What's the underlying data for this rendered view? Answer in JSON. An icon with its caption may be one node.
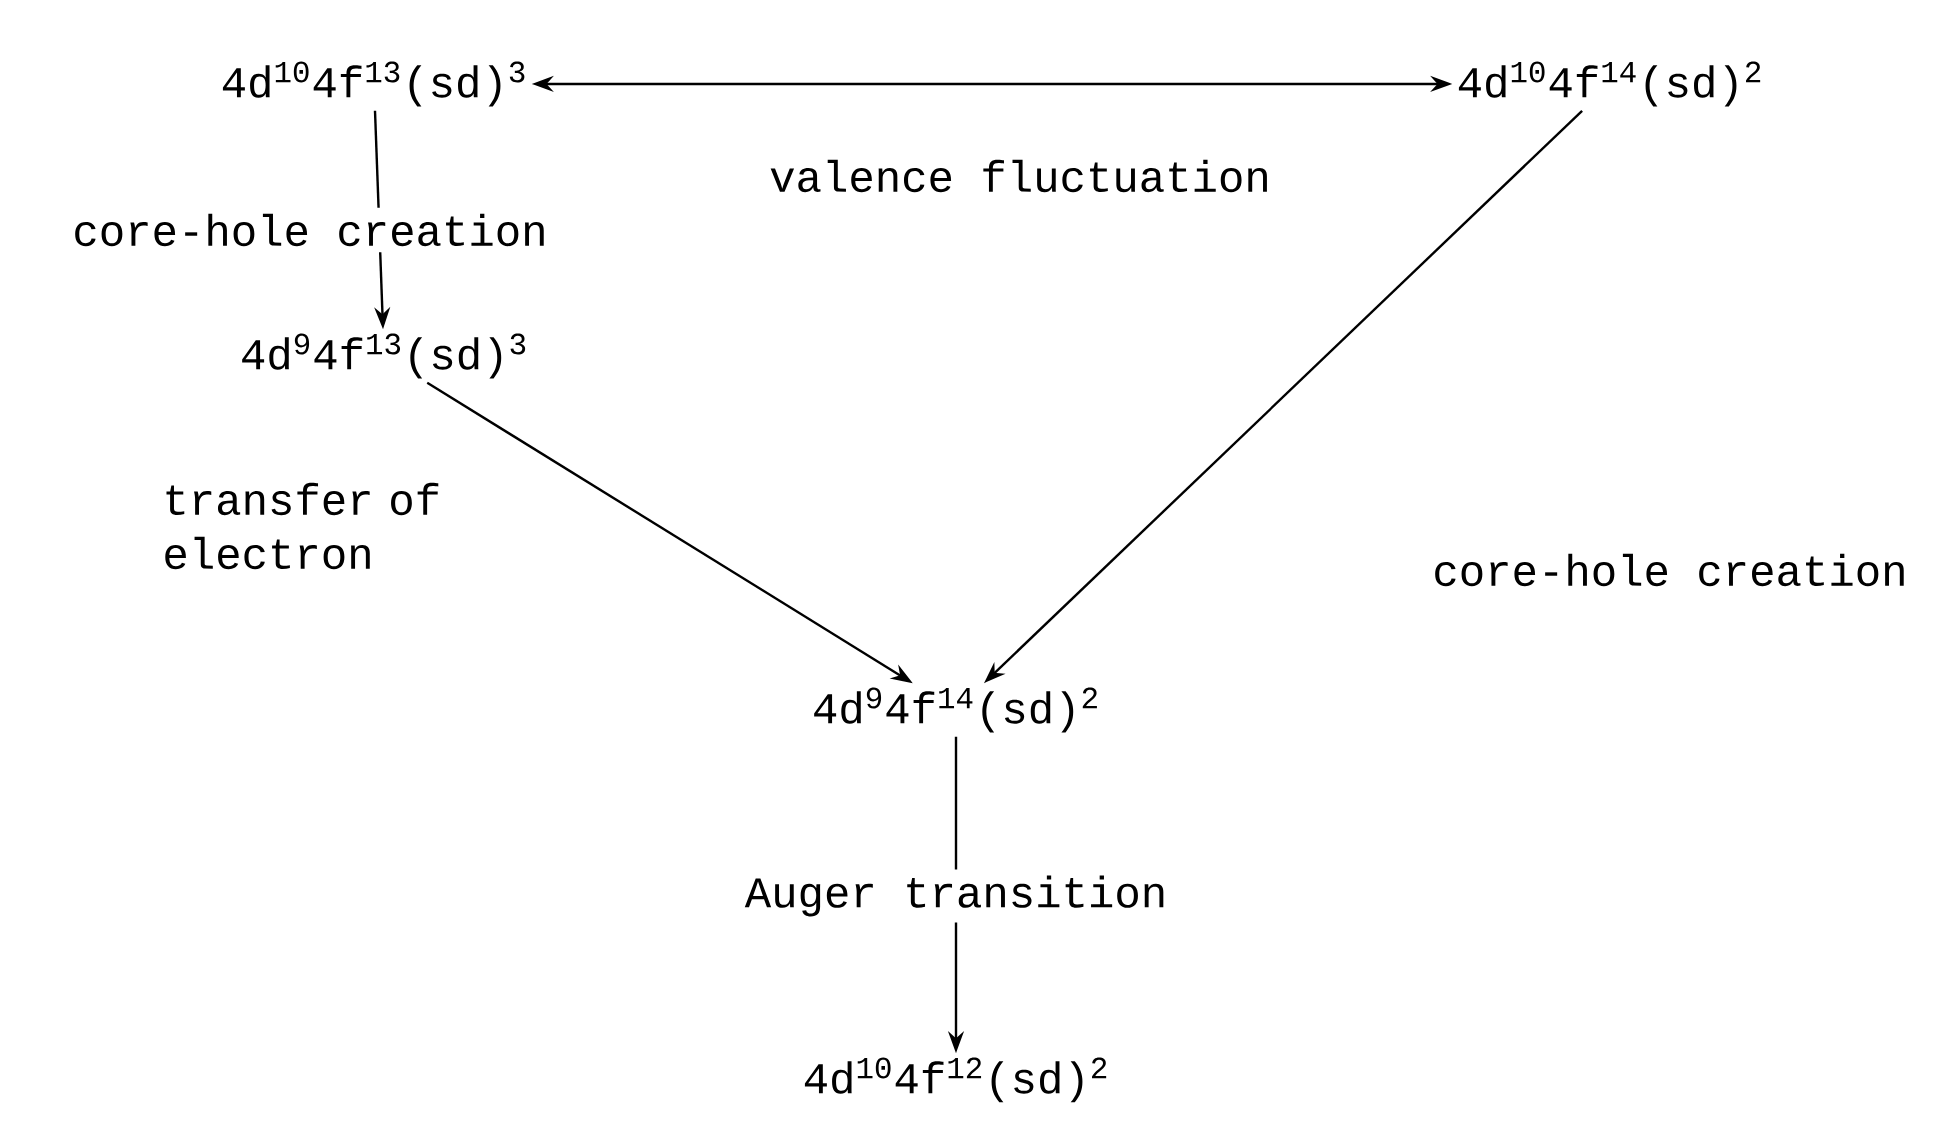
{
  "diagram": {
    "nodes": [
      {
        "text": [
          "4d$^{10}$4f$^{13}$(sd)$^{3}$"
        ]
      },
      {
        "text": [
          "4d$^{10}$4f$^{14}$(sd)$^{2}$"
        ]
      },
      {
        "text": [
          "4d$^{9}$4f$^{13}$(sd)$^{3}$"
        ]
      },
      {
        "text": [
          "4d$^{9}$4f$^{14}$(sd)$^{2}$"
        ]
      },
      {
        "text": [
          "4d$^{10}$4f$^{12}$(sd)$^{2}$"
        ]
      }
    ],
    "edges": [
      {
        "from": 0,
        "to": 1,
        "arrow": "both",
        "label": "valence fluctuation"
      },
      {
        "from": 0,
        "to": 2,
        "arrow": "to",
        "label": "core-hole creation"
      },
      {
        "from": 2,
        "to": 3,
        "arrow": "to",
        "label": "transfer of electron"
      },
      {
        "from": 1,
        "to": 3,
        "arrow": "to"
      },
      {
        "from": 3,
        "to": 4,
        "arrow": "to",
        "label": "Auger transition"
      }
    ],
    "labels": [
      "core-hole creation"
    ]
  }
}
